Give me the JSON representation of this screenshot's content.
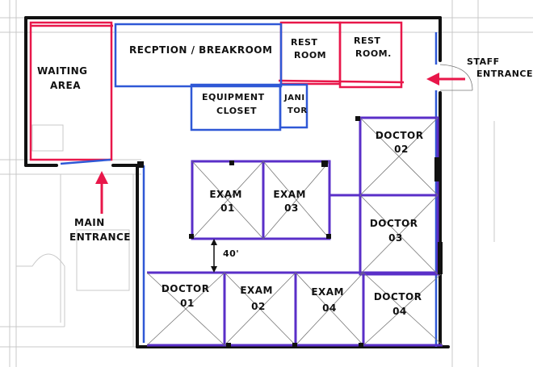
{
  "colors": {
    "wall": "#111111",
    "red_marker": "#e8174a",
    "blue_marker": "#2f58d6",
    "purple_marker": "#5a2fc8",
    "grid": "#c9c9c9"
  },
  "rooms": {
    "waiting_area": [
      "WAITING",
      "AREA"
    ],
    "reception": "RECPTION / BREAKROOM",
    "rest_room_1": [
      "REST",
      "ROOM"
    ],
    "rest_room_2": [
      "REST",
      "ROOM."
    ],
    "equipment_closet": [
      "EQUIPMENT",
      "CLOSET"
    ],
    "janitor": [
      "JANI",
      "TOR"
    ],
    "exam_01": [
      "EXAM",
      "01"
    ],
    "exam_03": [
      "EXAM",
      "03"
    ],
    "doctor_02": [
      "DOCTOR",
      "02"
    ],
    "doctor_03": [
      "DOCTOR",
      "03"
    ],
    "doctor_01": [
      "DOCTOR",
      "01"
    ],
    "exam_02": [
      "EXAM",
      "02"
    ],
    "exam_04": [
      "EXAM",
      "04"
    ],
    "doctor_04": [
      "DOCTOR",
      "04"
    ]
  },
  "annotations": {
    "main_entrance": [
      "MAIN",
      "ENTRANCE"
    ],
    "staff_entrance": [
      "STAFF",
      "ENTRANCE."
    ],
    "dimension": "40'"
  }
}
